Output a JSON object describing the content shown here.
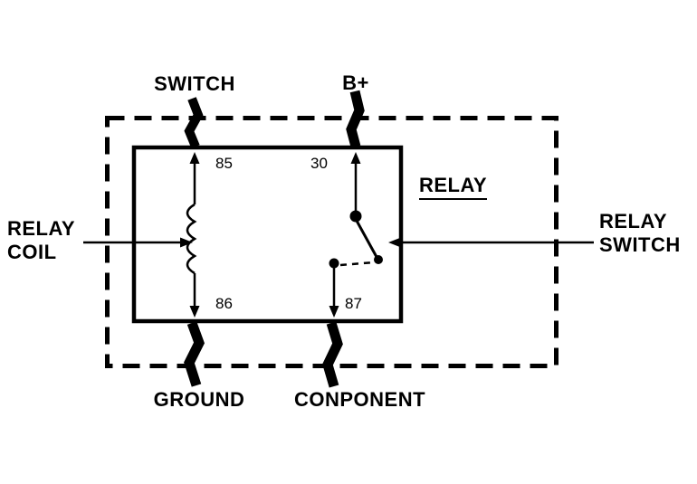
{
  "diagram": {
    "relay_title": "RELAY",
    "top_labels": {
      "switch": "SWITCH",
      "power": "B+"
    },
    "bottom_labels": {
      "ground": "GROUND",
      "component": "CONPONENT"
    },
    "side_labels": {
      "coil": {
        "line1": "RELAY",
        "line2": "COIL"
      },
      "switch": {
        "line1": "RELAY",
        "line2": "SWITCH"
      }
    },
    "pins": {
      "p85": "85",
      "p30": "30",
      "p86": "86",
      "p87": "87"
    },
    "colors": {
      "ink": "#000000",
      "background": "#ffffff"
    }
  }
}
